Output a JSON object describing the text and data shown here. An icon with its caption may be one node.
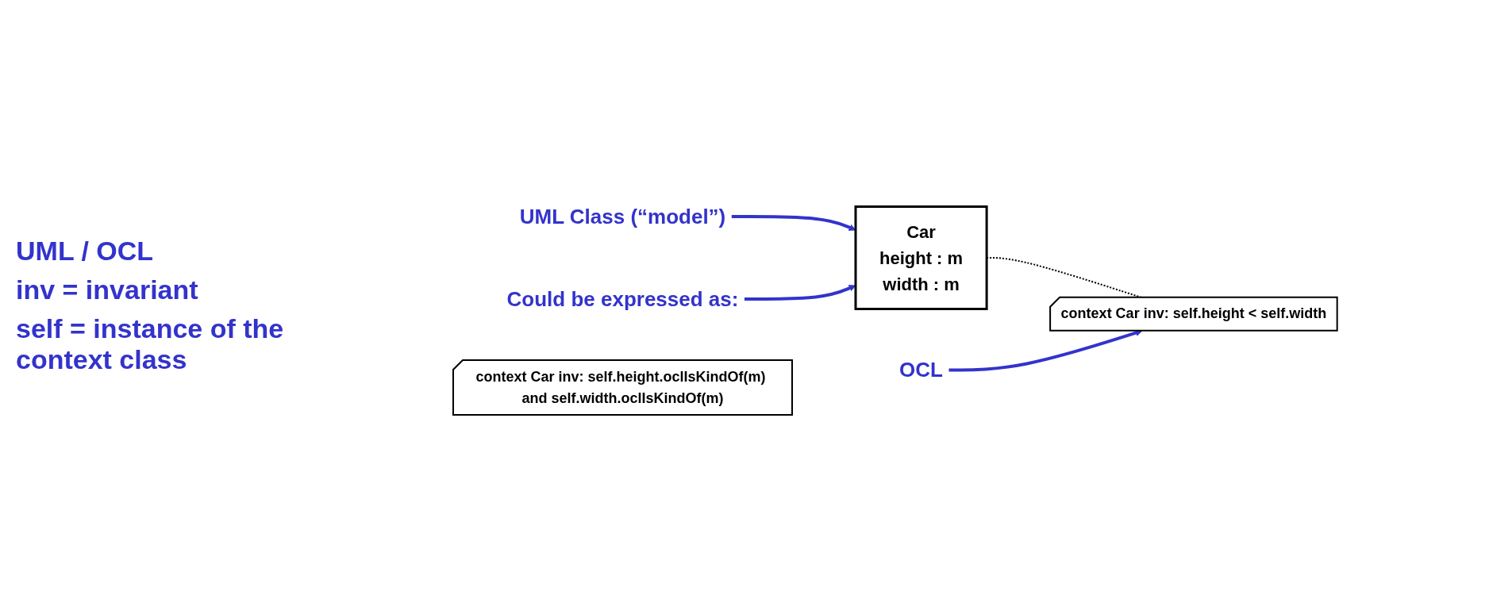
{
  "diagram": {
    "nodes": [
      {
        "text": [
          "Car",
          "height : m",
          "width : m"
        ]
      },
      {
        "text": [
          "UML Class (“model”)"
        ]
      },
      {
        "text": [
          "context Car inv: self.height < self.width"
        ]
      },
      {
        "text": [
          "OCL"
        ]
      },
      {
        "text": [
          "Could be expressed as:"
        ]
      },
      {
        "text": [
          "context Car inv: self.height.oclIsKindOf(m) and self.width.oclIsKindOf(m)"
        ]
      }
    ],
    "edges": [
      {
        "from": 1,
        "to": 0,
        "arrow": "to"
      },
      {
        "from": 0,
        "to": 2,
        "arrow": "none",
        "style": "dashed",
        "color": "#000000"
      },
      {
        "from": 3,
        "to": 2,
        "arrow": "to"
      },
      {
        "from": 4,
        "to": 0,
        "arrow": "to"
      }
    ],
    "labels": [
      "UML / OCL",
      "inv = invariant",
      "self = instance of the context class"
    ]
  }
}
